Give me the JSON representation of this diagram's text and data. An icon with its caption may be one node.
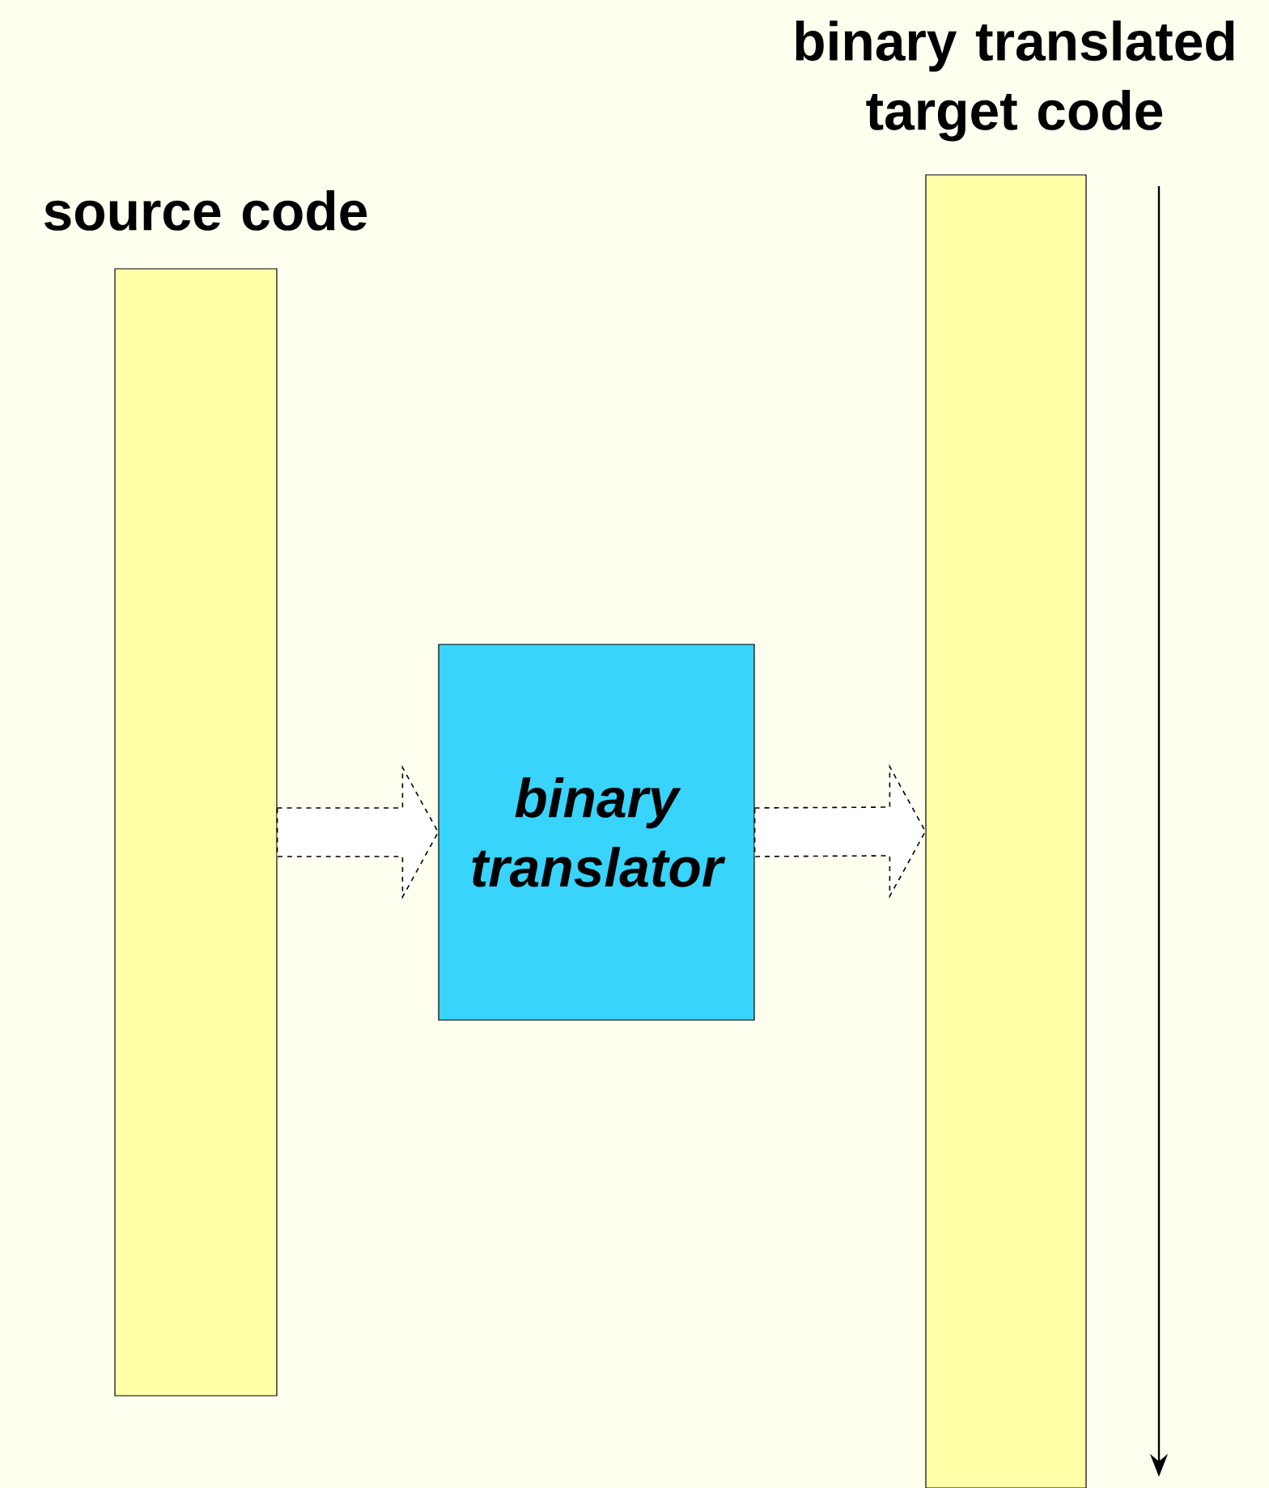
{
  "diagram": {
    "nodes": [
      {
        "text": [
          "source code"
        ]
      },
      {
        "text": [
          "binary translator"
        ]
      },
      {
        "text": [
          "binary translated target code"
        ]
      }
    ],
    "edges": [
      {
        "from": 0,
        "to": 1,
        "arrow": "to",
        "style": "dashed"
      },
      {
        "from": 1,
        "to": 2,
        "arrow": "to",
        "style": "dashed"
      }
    ]
  }
}
